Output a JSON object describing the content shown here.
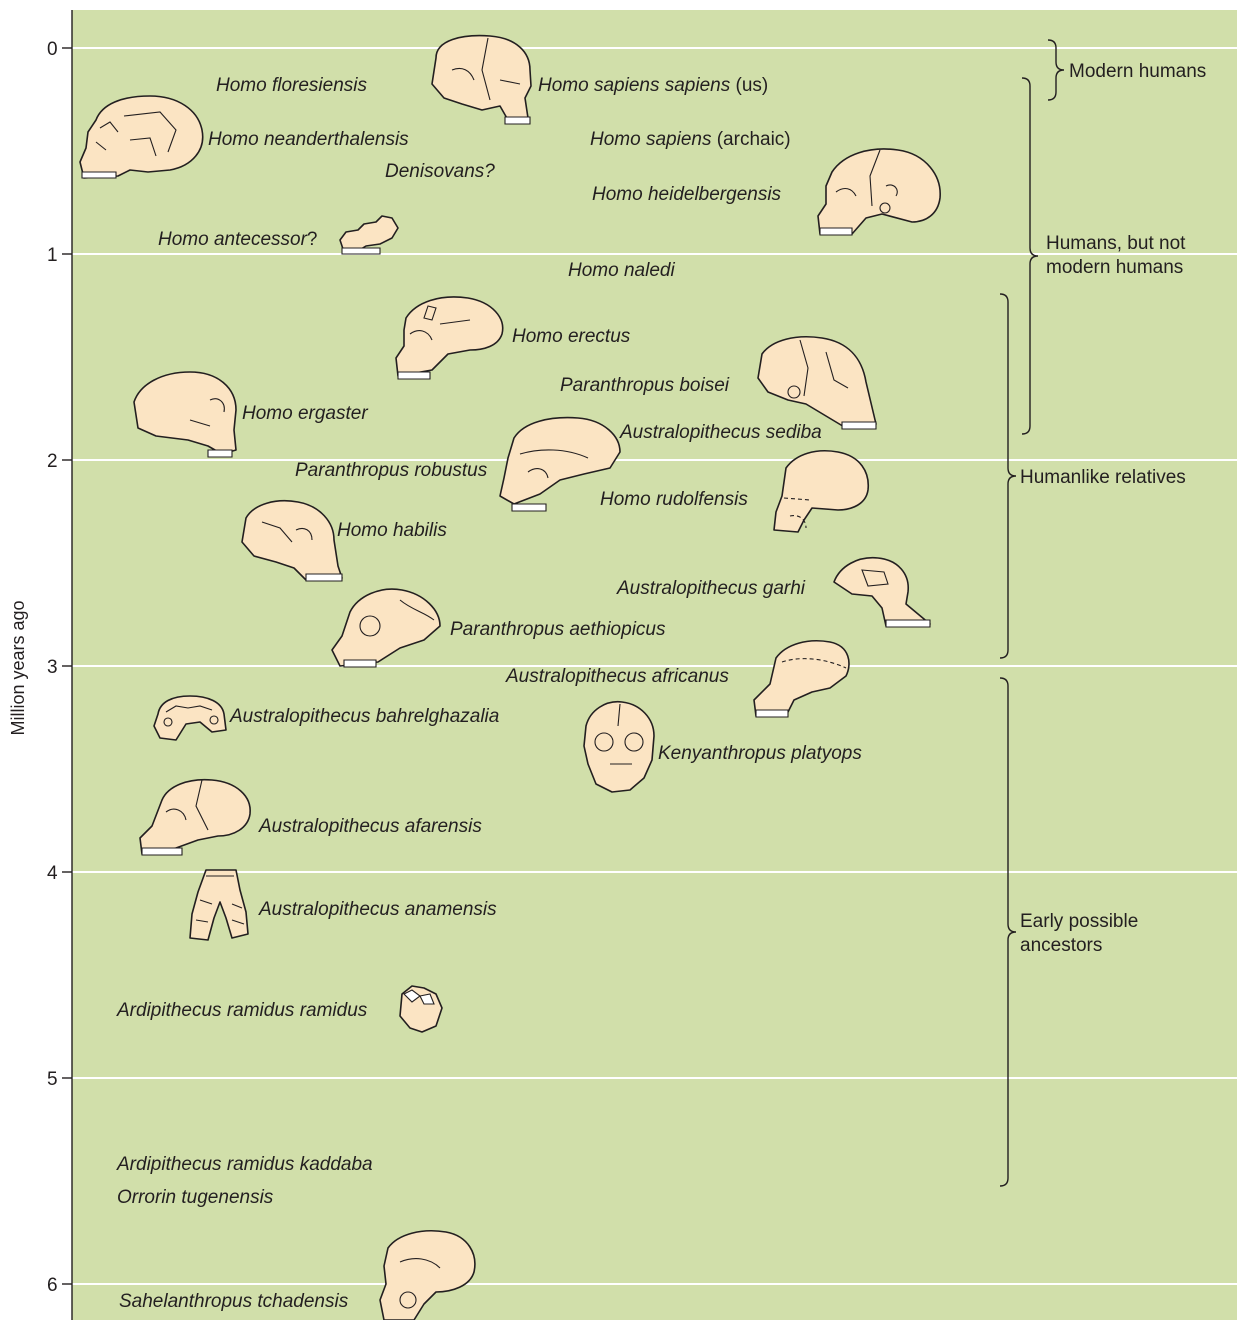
{
  "axis": {
    "title": "Million years ago",
    "ticks": [
      "0",
      "1",
      "2",
      "3",
      "4",
      "5",
      "6"
    ]
  },
  "colors": {
    "background": "#d1dfaa",
    "gridline": "#ffffff",
    "skull_fill": "#fbe4c3",
    "ink": "#231f20"
  },
  "species": [
    {
      "name": "Homo floresiensis",
      "suffix": ""
    },
    {
      "name": "Homo sapiens sapiens",
      "suffix": " (us)"
    },
    {
      "name": "Homo neanderthalensis",
      "suffix": ""
    },
    {
      "name": "Homo sapiens",
      "suffix": " (archaic)"
    },
    {
      "name": "Denisovans?",
      "suffix": ""
    },
    {
      "name": "Homo heidelbergensis",
      "suffix": ""
    },
    {
      "name": "Homo antecessor",
      "suffix": "?"
    },
    {
      "name": "Homo naledi",
      "suffix": ""
    },
    {
      "name": "Homo erectus",
      "suffix": ""
    },
    {
      "name": "Paranthropus boisei",
      "suffix": ""
    },
    {
      "name": "Homo ergaster",
      "suffix": ""
    },
    {
      "name": "Australopithecus sediba",
      "suffix": ""
    },
    {
      "name": "Paranthropus robustus",
      "suffix": ""
    },
    {
      "name": "Homo rudolfensis",
      "suffix": ""
    },
    {
      "name": "Homo habilis",
      "suffix": ""
    },
    {
      "name": "Australopithecus garhi",
      "suffix": ""
    },
    {
      "name": "Paranthropus aethiopicus",
      "suffix": ""
    },
    {
      "name": "Australopithecus africanus",
      "suffix": ""
    },
    {
      "name": "Australopithecus bahrelghazalia",
      "suffix": ""
    },
    {
      "name": "Kenyanthropus platyops",
      "suffix": ""
    },
    {
      "name": "Australopithecus afarensis",
      "suffix": ""
    },
    {
      "name": "Australopithecus anamensis",
      "suffix": ""
    },
    {
      "name": "Ardipithecus ramidus ramidus",
      "suffix": ""
    },
    {
      "name": "Ardipithecus ramidus kaddaba",
      "suffix": ""
    },
    {
      "name": "Orrorin tugenensis",
      "suffix": ""
    },
    {
      "name": "Sahelanthropus tchadensis",
      "suffix": ""
    }
  ],
  "groups": [
    {
      "lines": [
        "Modern humans"
      ]
    },
    {
      "lines": [
        "Humans, but not",
        "modern humans"
      ]
    },
    {
      "lines": [
        "Humanlike relatives"
      ]
    },
    {
      "lines": [
        "Early possible",
        "ancestors"
      ]
    }
  ]
}
